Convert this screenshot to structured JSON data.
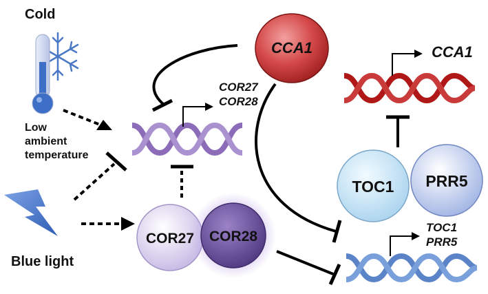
{
  "labels": {
    "cold": "Cold",
    "low_ambient_1": "Low",
    "low_ambient_2": "ambient",
    "low_ambient_3": "temperature",
    "blue_light": "Blue light"
  },
  "genes": {
    "cor27": "COR27",
    "cor28": "COR28",
    "cca1_top": "CCA1",
    "toc1": "TOC1",
    "prr5": "PRR5"
  },
  "proteins": {
    "cca1": "CCA1",
    "cor27": "COR27",
    "cor28": "COR28",
    "toc1": "TOC1",
    "prr5": "PRR5"
  },
  "colors": {
    "cca1_gene_dna": "#b01818",
    "cor_gene_dna": "#8c6bb8",
    "toc_prr_gene_dna": "#5b84c8",
    "cca1_protein": "#c73a3a",
    "cor27_protein": "#d9d0ee",
    "cor28_protein": "#6a4f9a",
    "toc1_protein": "#cfe6f4",
    "prr5_protein": "#c5d3f0",
    "lightning": "#3c6fc8"
  }
}
